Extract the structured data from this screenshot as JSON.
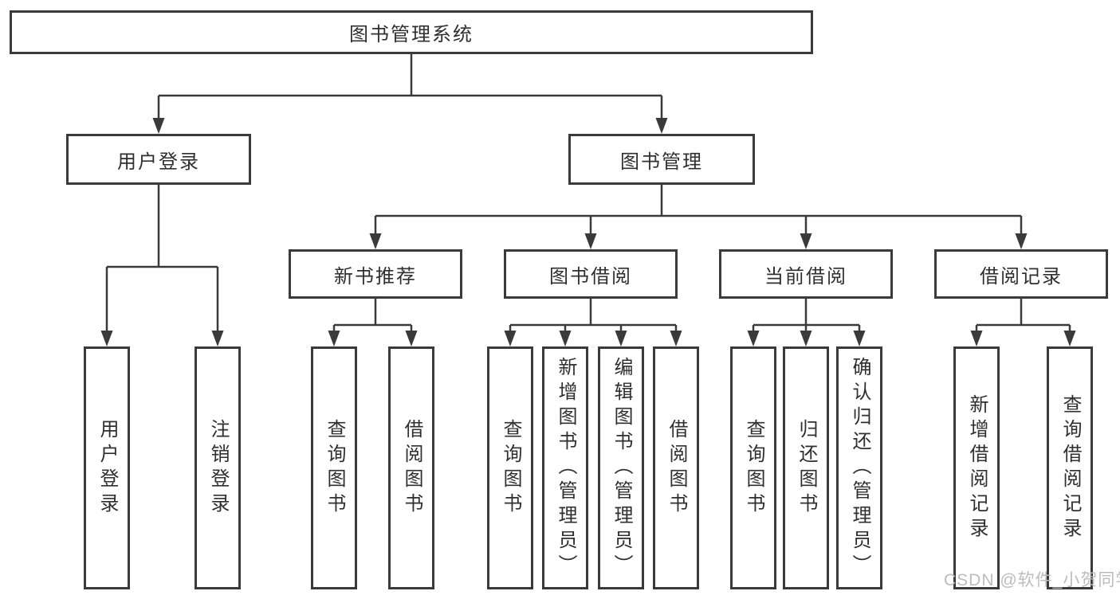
{
  "diagram": {
    "root": {
      "label": "图书管理系统"
    },
    "branches": [
      {
        "label": "用户登录",
        "children": [
          {
            "label": "用户登录"
          },
          {
            "label": "注销登录"
          }
        ]
      },
      {
        "label": "图书管理",
        "sections": [
          {
            "label": "新书推荐",
            "children": [
              {
                "label": "查询图书"
              },
              {
                "label": "借阅图书"
              }
            ]
          },
          {
            "label": "图书借阅",
            "children": [
              {
                "label": "查询图书"
              },
              {
                "label": "新增图书（管理员）"
              },
              {
                "label": "编辑图书（管理员）"
              },
              {
                "label": "借阅图书"
              }
            ]
          },
          {
            "label": "当前借阅",
            "children": [
              {
                "label": "查询图书"
              },
              {
                "label": "归还图书"
              },
              {
                "label": "确认归还（管理员）"
              }
            ]
          },
          {
            "label": "借阅记录",
            "children": [
              {
                "label": "新增借阅记录"
              },
              {
                "label": "查询借阅记录"
              }
            ]
          }
        ]
      }
    ]
  },
  "colors": {
    "line": "#3a3a3a",
    "box_border": "#3a3a3a",
    "text": "#2f2f2f",
    "background": "#ffffff",
    "watermark": "#bcbcbc"
  },
  "watermark": {
    "text": "CSDN @软件_小贺同学"
  }
}
